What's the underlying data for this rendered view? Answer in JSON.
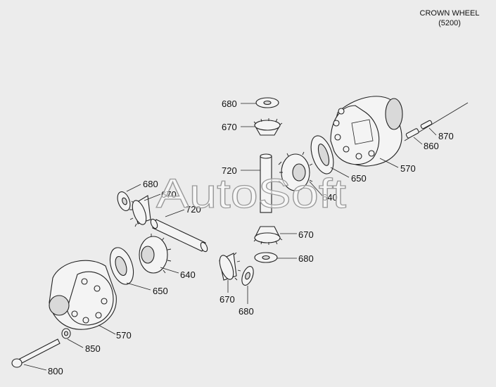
{
  "title": {
    "line1": "CROWN WHEEL",
    "line2": "(5200)"
  },
  "watermark": "AutoSoft",
  "labels": [
    "680",
    "670",
    "720",
    "640",
    "650",
    "570",
    "860",
    "870",
    "680",
    "670",
    "720",
    "640",
    "650",
    "570",
    "850",
    "800",
    "670",
    "680",
    "670",
    "680"
  ]
}
